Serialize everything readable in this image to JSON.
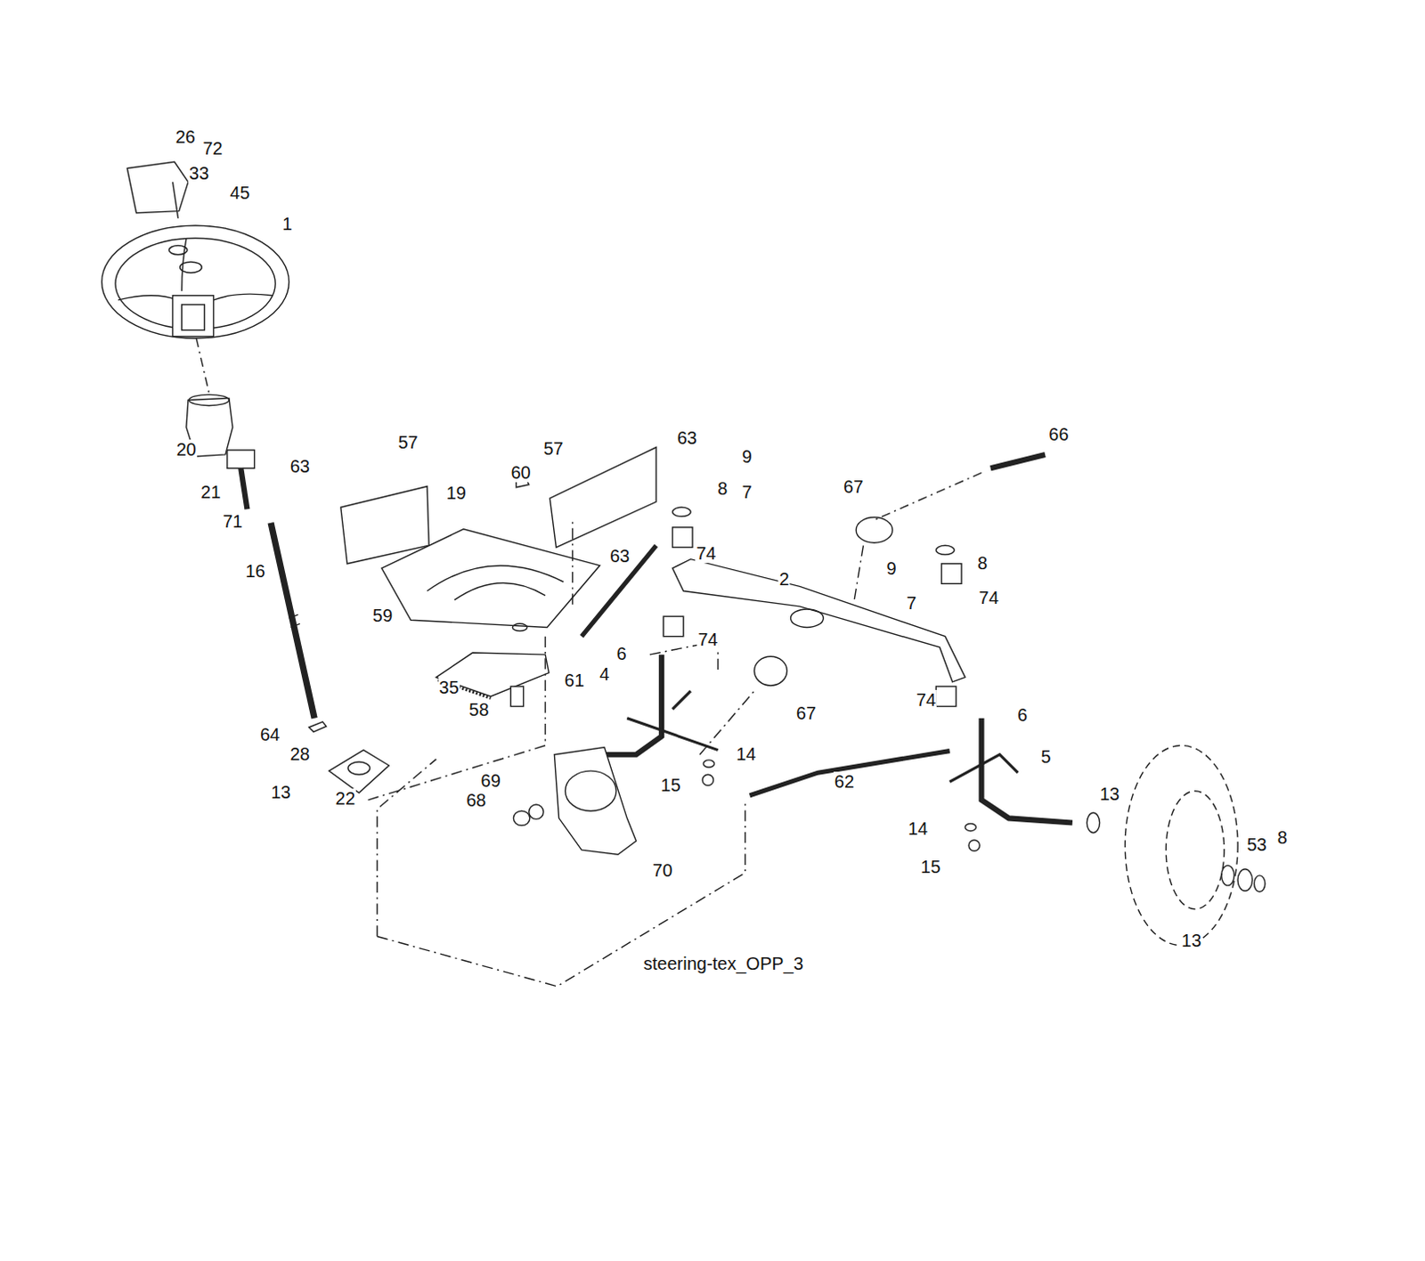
{
  "diagram": {
    "caption": "steering-tex_OPP_3",
    "labels": [
      "26",
      "72",
      "33",
      "45",
      "1",
      "20",
      "21",
      "71",
      "16",
      "57",
      "63",
      "19",
      "57",
      "60",
      "63",
      "9",
      "8",
      "7",
      "66",
      "67",
      "63",
      "74",
      "2",
      "9",
      "8",
      "7",
      "74",
      "59",
      "74",
      "6",
      "4",
      "61",
      "35",
      "58",
      "67",
      "74",
      "6",
      "5",
      "64",
      "28",
      "13",
      "22",
      "14",
      "69",
      "15",
      "62",
      "13",
      "68",
      "53",
      "8",
      "14",
      "15",
      "70",
      "13"
    ]
  }
}
